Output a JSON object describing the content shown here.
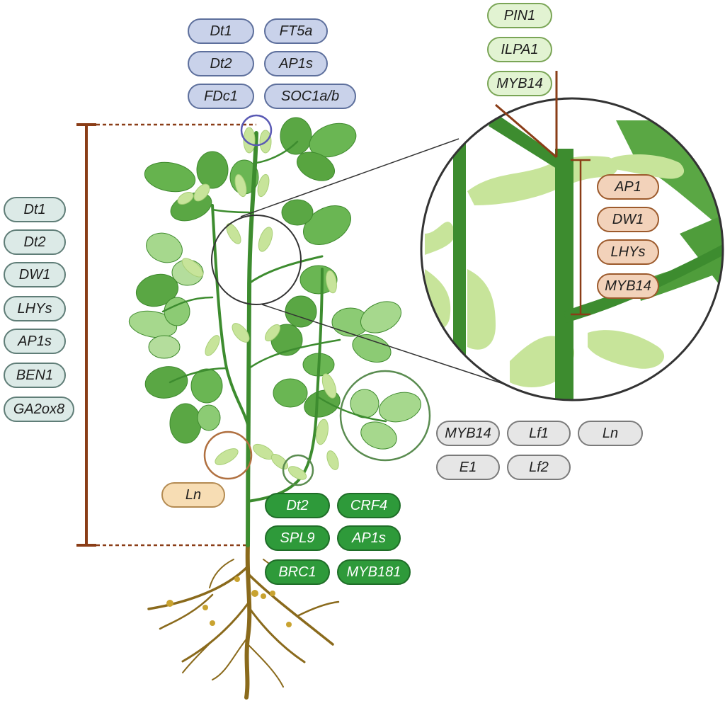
{
  "colors": {
    "leaf_dark": "#4f9d3b",
    "leaf_mid": "#67b24f",
    "leaf_light": "#a6d88d",
    "pod": "#c7e49a",
    "stem": "#3d8c2f",
    "root": "#8a6a1c",
    "bracket": "#8a3d17"
  },
  "labels": {
    "apex_blue": [
      "Dt1",
      "FT5a",
      "Dt2",
      "AP1s",
      "FDc1",
      "SOC1a/b"
    ],
    "top_right_green": [
      "PIN1",
      "ILPA1",
      "MYB14"
    ],
    "zoom_orange": [
      "AP1",
      "DW1",
      "LHYs",
      "MYB14"
    ],
    "left_mint": [
      "Dt1",
      "Dt2",
      "DW1",
      "LHYs",
      "AP1s",
      "BEN1",
      "GA2ox8"
    ],
    "right_gray": [
      "MYB14",
      "Lf1",
      "Ln",
      "E1",
      "Lf2"
    ],
    "ln_tan": "Ln",
    "bottom_dark_green": [
      "Dt2",
      "CRF4",
      "SPL9",
      "AP1s",
      "BRC1",
      "MYB181"
    ]
  }
}
